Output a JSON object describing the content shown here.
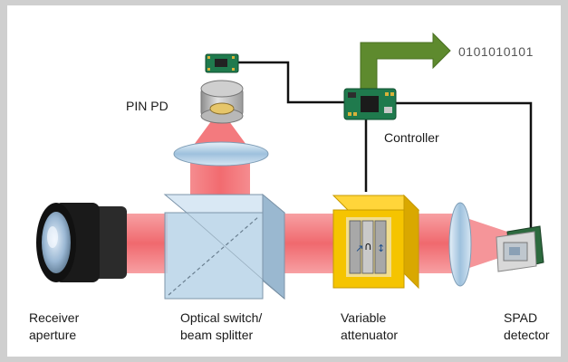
{
  "labels": {
    "pin_pd": "PIN PD",
    "controller": "Controller",
    "binary_output": "0101010101",
    "receiver": [
      "Receiver",
      "aperture"
    ],
    "optical_switch": [
      "Optical switch/",
      "beam splitter"
    ],
    "attenuator": [
      "Variable",
      "attenuator"
    ],
    "spad": [
      "SPAD",
      "detector"
    ]
  },
  "colors": {
    "laser_beam": "#f2777b",
    "data_arrow": "#5e8a2e",
    "attenuator_body": "#f5c400",
    "pcb": "#1f7a4d",
    "splitter_cube": "#b8d3e8"
  }
}
